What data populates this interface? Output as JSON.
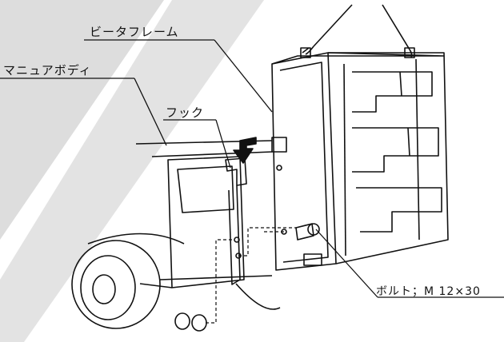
{
  "labels": {
    "heater_frame": "ビータフレーム",
    "manure_body": "マニュアボディ",
    "hook": "フック",
    "bolt": "ボルト；M 12×30"
  },
  "colors": {
    "ink": "#111111",
    "watermark": "#d9d9d9",
    "paper": "#ffffff"
  }
}
